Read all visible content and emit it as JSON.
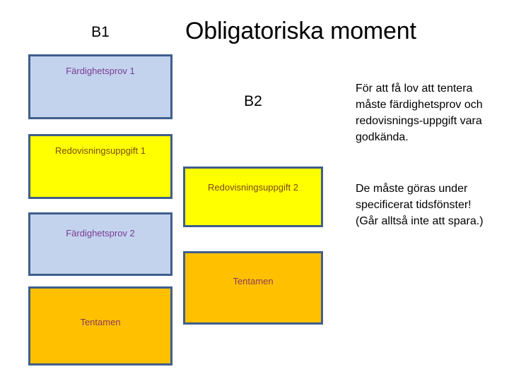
{
  "slide": {
    "title": "Obligatoriska moment",
    "background": "#FFFFFF"
  },
  "columns": [
    {
      "label": "B1"
    },
    {
      "label": "B2"
    }
  ],
  "colors": {
    "border": "#3F5E8C",
    "blue_fill": "#C3D3EE",
    "blue_text": "#7A3B93",
    "yellow_fill": "#FFFF00",
    "yellow_text": "#7A4B14",
    "orange_fill": "#FFC000",
    "orange_text": "#8C3B5B"
  },
  "boxes": {
    "left_column": [
      {
        "label": "Färdighetsprov 1",
        "fill": "blue"
      },
      {
        "label": "Redovisningsuppgift 1",
        "fill": "yellow"
      },
      {
        "label": "Färdighetsprov 2",
        "fill": "blue"
      },
      {
        "label": "Tentamen",
        "fill": "orange"
      }
    ],
    "middle_column": [
      {
        "label": "Redovisningsuppgift 2",
        "fill": "yellow"
      },
      {
        "label": "Tentamen",
        "fill": "orange"
      }
    ]
  },
  "notes": [
    {
      "text": "För att få lov att tentera måste färdighetsprov och redovisnings-uppgift vara godkända."
    },
    {
      "text": "De måste göras under specificerat tidsfönster!  (Går alltså inte att spara.)"
    }
  ]
}
